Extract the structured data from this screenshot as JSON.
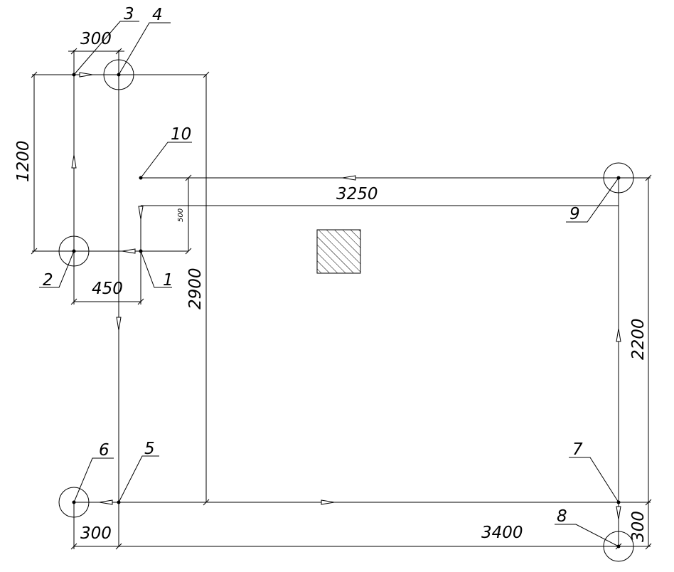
{
  "dimensions": {
    "top_width": "300",
    "left_height": "1200",
    "middle_width": "450",
    "main_height": "2900",
    "top_length": "3250",
    "offset": "500",
    "right_height": "2200",
    "bottom_left": "300",
    "bottom_length": "3400",
    "bottom_right": "300"
  },
  "points": {
    "p1": "1",
    "p2": "2",
    "p3": "3",
    "p4": "4",
    "p5": "5",
    "p6": "6",
    "p7": "7",
    "p8": "8",
    "p9": "9",
    "p10": "10"
  }
}
